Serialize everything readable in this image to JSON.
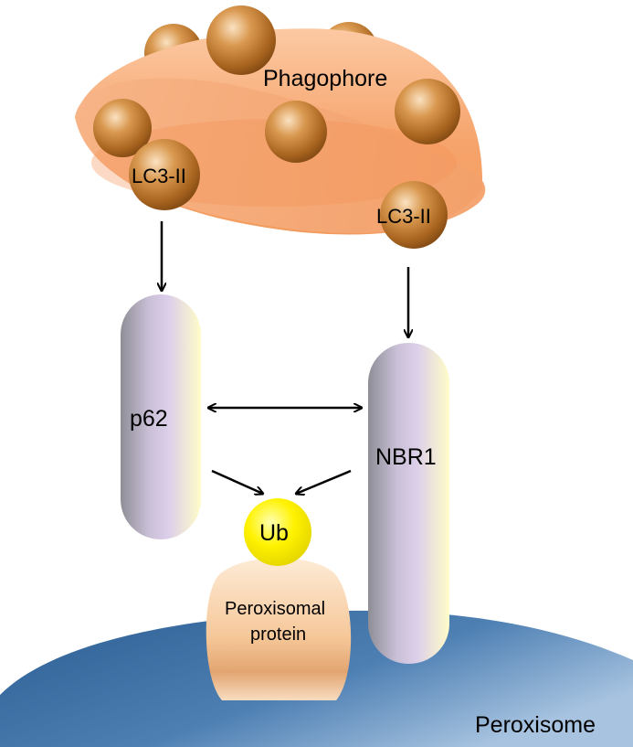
{
  "phagophore": {
    "label": "Phagophore"
  },
  "lc3_left": {
    "label": "LC3-II"
  },
  "lc3_right": {
    "label": "LC3-II"
  },
  "p62": {
    "label": "p62"
  },
  "nbr1": {
    "label": "NBR1"
  },
  "ubiquitin": {
    "label": "Ub"
  },
  "peroxisomal_protein": {
    "label_line1": "Peroxisomal",
    "label_line2": "protein"
  },
  "peroxisome": {
    "label": "Peroxisome"
  },
  "colors": {
    "phagophore": "#F5A877",
    "lc3_sphere": "#B8732F",
    "receptor": "#D6CCE6",
    "ubiquitin": "#FFF200",
    "protein": "#F6C89A",
    "peroxisome": "#3E6FA3"
  }
}
